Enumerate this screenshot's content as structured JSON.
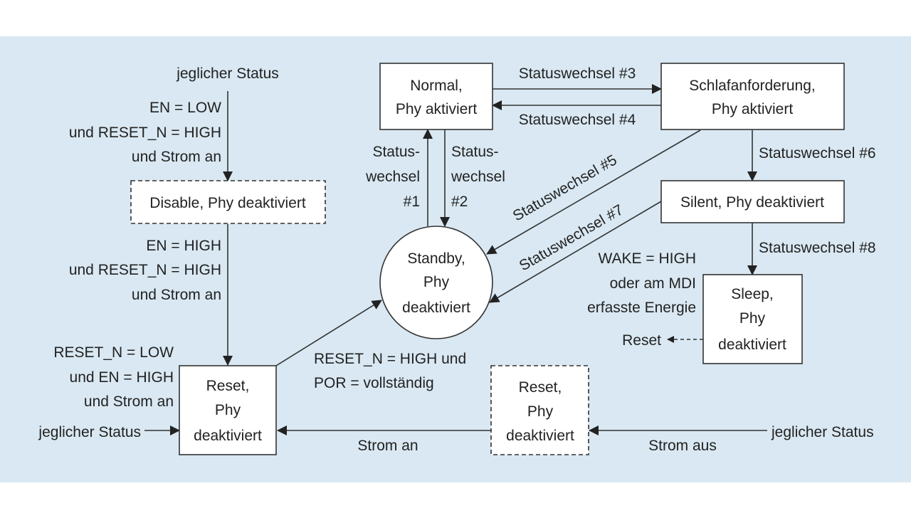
{
  "colors": {
    "panel_background": "#d9e8f2",
    "node_fill": "#ffffff",
    "stroke": "#333333",
    "text": "#222222"
  },
  "nodes": {
    "normal": {
      "lines": [
        "Normal,",
        "Phy aktiviert"
      ],
      "border": "solid",
      "shape": "rect"
    },
    "schlaf": {
      "lines": [
        "Schlafanforderung,",
        "Phy aktiviert"
      ],
      "border": "solid",
      "shape": "rect"
    },
    "silent": {
      "lines": [
        "Silent, Phy deaktiviert"
      ],
      "border": "solid",
      "shape": "rect"
    },
    "sleep": {
      "lines": [
        "Sleep,",
        "Phy",
        "deaktiviert"
      ],
      "border": "solid",
      "shape": "rect"
    },
    "standby": {
      "lines": [
        "Standby,",
        "Phy",
        "deaktiviert"
      ],
      "border": "solid",
      "shape": "circle"
    },
    "disable": {
      "lines": [
        "Disable, Phy deaktiviert"
      ],
      "border": "dashed",
      "shape": "rect"
    },
    "reset": {
      "lines": [
        "Reset,",
        "Phy",
        "deaktiviert"
      ],
      "border": "solid",
      "shape": "rect"
    },
    "reset_off": {
      "lines": [
        "Reset,",
        "Phy",
        "deaktiviert"
      ],
      "border": "dashed",
      "shape": "rect"
    }
  },
  "labels": {
    "any_state_top": "jeglicher Status",
    "disable_cond": [
      "EN = LOW",
      "und RESET_N = HIGH",
      "und Strom an"
    ],
    "reset_cond": [
      "EN = HIGH",
      "und RESET_N = HIGH",
      "und Strom an"
    ],
    "reset_low_cond": [
      "RESET_N = LOW",
      "und EN = HIGH",
      "und Strom an"
    ],
    "any_state_left": "jeglicher Status",
    "any_state_right": "jeglicher Status",
    "sw1": [
      "Status-",
      "wechsel",
      "#1"
    ],
    "sw2": [
      "Status-",
      "wechsel",
      "#2"
    ],
    "sw3": "Statuswechsel #3",
    "sw4": "Statuswechsel #4",
    "sw5": "Statuswechsel #5",
    "sw6": "Statuswechsel #6",
    "sw7": "Statuswechsel #7",
    "sw8": "Statuswechsel #8",
    "wake_cond": [
      "WAKE = HIGH",
      "oder am MDI",
      "erfasste Energie"
    ],
    "reset_target": "Reset",
    "por_cond": [
      "RESET_N = HIGH und",
      "POR = vollständig"
    ],
    "power_on": "Strom an",
    "power_off": "Strom aus"
  }
}
